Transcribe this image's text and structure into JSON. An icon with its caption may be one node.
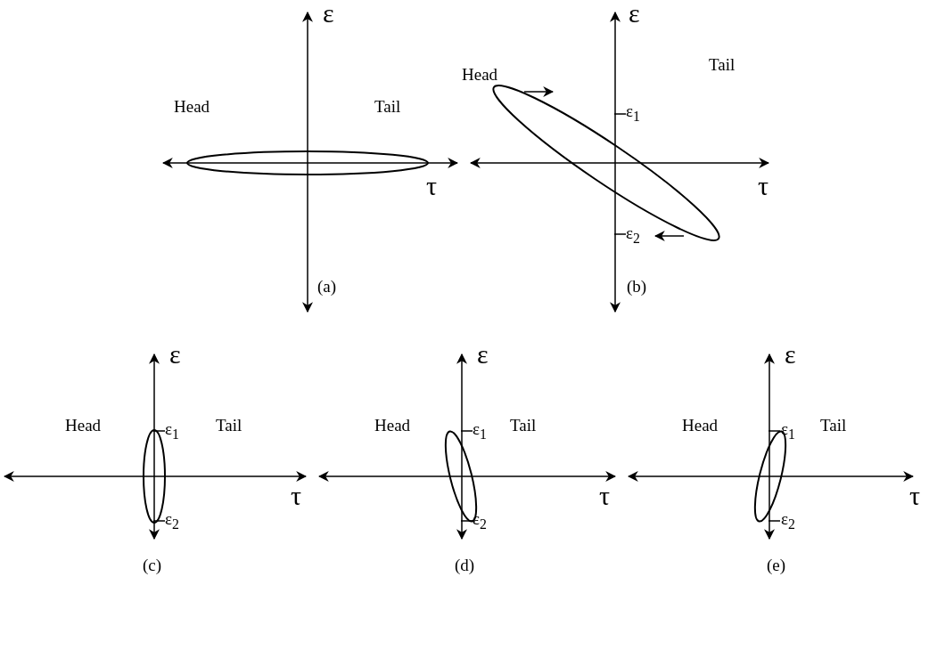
{
  "diagram": {
    "labels": [
      "ε",
      "Head",
      "Tail",
      "τ",
      "(a)",
      "ε",
      "Head",
      "Tail",
      "ε$_{1}$",
      "τ",
      "ε$_{2}$",
      "(b)",
      "ε",
      "Head",
      "Tail",
      "ε$_{1}$",
      "τ",
      "ε$_{2}$",
      "(c)",
      "ε",
      "Head",
      "Tail",
      "ε$_{1}$",
      "τ",
      "ε$_{2}$",
      "(d)",
      "ε",
      "Head",
      "Tail",
      "ε$_{1}$",
      "τ",
      "ε$_{2}$",
      "(e)"
    ]
  }
}
